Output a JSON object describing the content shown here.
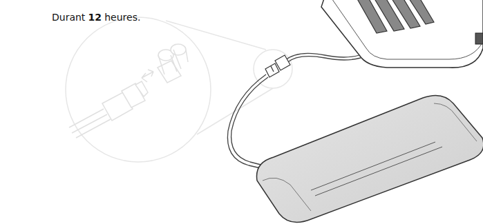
{
  "diagram": {
    "labels": [
      "Durant",
      "12",
      "heures."
    ]
  }
}
